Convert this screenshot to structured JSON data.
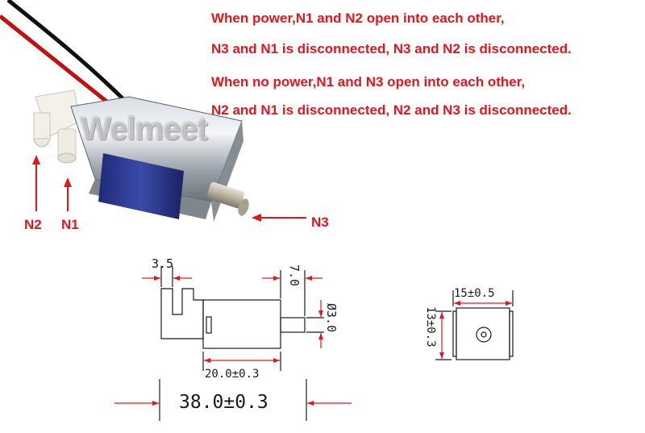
{
  "description": {
    "line1": "When power,N1 and N2 open into each other,",
    "line2": "N3 and N1 is disconnected, N3 and N2 is disconnected.",
    "line3": "When no power,N1 and N3 open into each other,",
    "line4": "N2 and N1 is disconnected, N2 and N3 is disconnected."
  },
  "ports": {
    "n1": "N1",
    "n2": "N2",
    "n3": "N3"
  },
  "watermark": "Welmeet",
  "dimensions": {
    "d3_5": "3.5",
    "d7_0": "7.0",
    "d3_0": "Ø3.0",
    "d20": "20.0±0.3",
    "d38": "38.0±0.3",
    "d15": "15±0.5",
    "d13": "13±0.3"
  },
  "colors": {
    "annotation": "#e8141c",
    "drawing": "#1a1a1a",
    "dimension_arrow": "#e8141c"
  }
}
